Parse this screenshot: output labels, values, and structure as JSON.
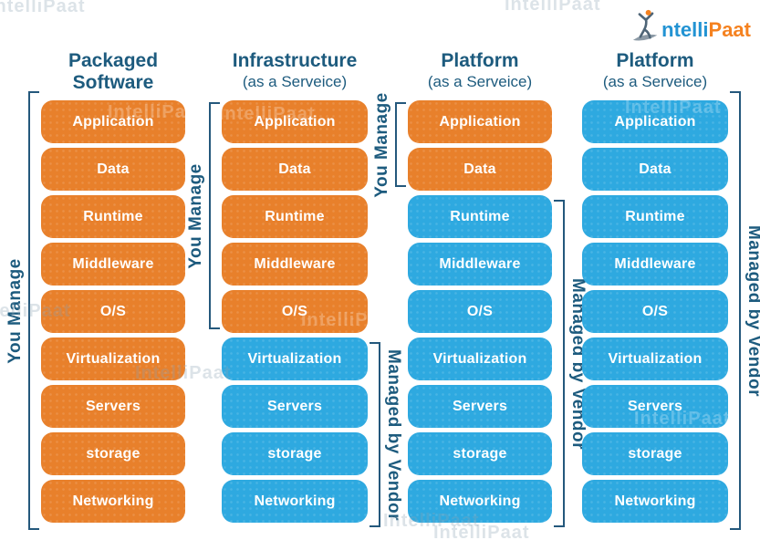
{
  "logo": {
    "part1": "ntelli",
    "part2": "Paat"
  },
  "watermark": "IntelliPaat",
  "layers": [
    "Application",
    "Data",
    "Runtime",
    "Middleware",
    "O/S",
    "Virtualization",
    "Servers",
    "storage",
    "Networking"
  ],
  "legend": {
    "you_manage": "You Manage",
    "managed_by_vendor": "Managed by Vendor"
  },
  "columns": [
    {
      "id": "packaged-software",
      "title": "Packaged",
      "subtitle": "Software",
      "subtitle_bold": true,
      "orange_count": 9,
      "left_bracket": {
        "label": "You Manage",
        "from": 0,
        "to": 8
      },
      "right_bracket": null
    },
    {
      "id": "infrastructure-as-a-service",
      "title": "Infrastructure",
      "subtitle": "(as a Serveice)",
      "subtitle_bold": false,
      "orange_count": 5,
      "left_bracket": {
        "label": "You Manage",
        "from": 0,
        "to": 4
      },
      "right_bracket": {
        "label": "Managed by Vendor",
        "from": 5,
        "to": 8
      }
    },
    {
      "id": "platform-as-a-service",
      "title": "Platform",
      "subtitle": "(as a Serveice)",
      "subtitle_bold": false,
      "orange_count": 2,
      "left_bracket": {
        "label": "You Manage",
        "from": 0,
        "to": 1
      },
      "right_bracket": {
        "label": "Managed by Vendor",
        "from": 2,
        "to": 8
      }
    },
    {
      "id": "platform-as-a-service-2",
      "title": "Platform",
      "subtitle": "(as a Serveice)",
      "subtitle_bold": false,
      "orange_count": 0,
      "left_bracket": null,
      "right_bracket": {
        "label": "Managed by Vendor",
        "from": 0,
        "to": 8
      }
    }
  ],
  "colors": {
    "orange": "#E8802B",
    "blue": "#2EA9E0",
    "heading": "#1D5B7E",
    "bracket": "#24587C",
    "logo_blue": "#2293D3",
    "logo_orange": "#F58220"
  }
}
